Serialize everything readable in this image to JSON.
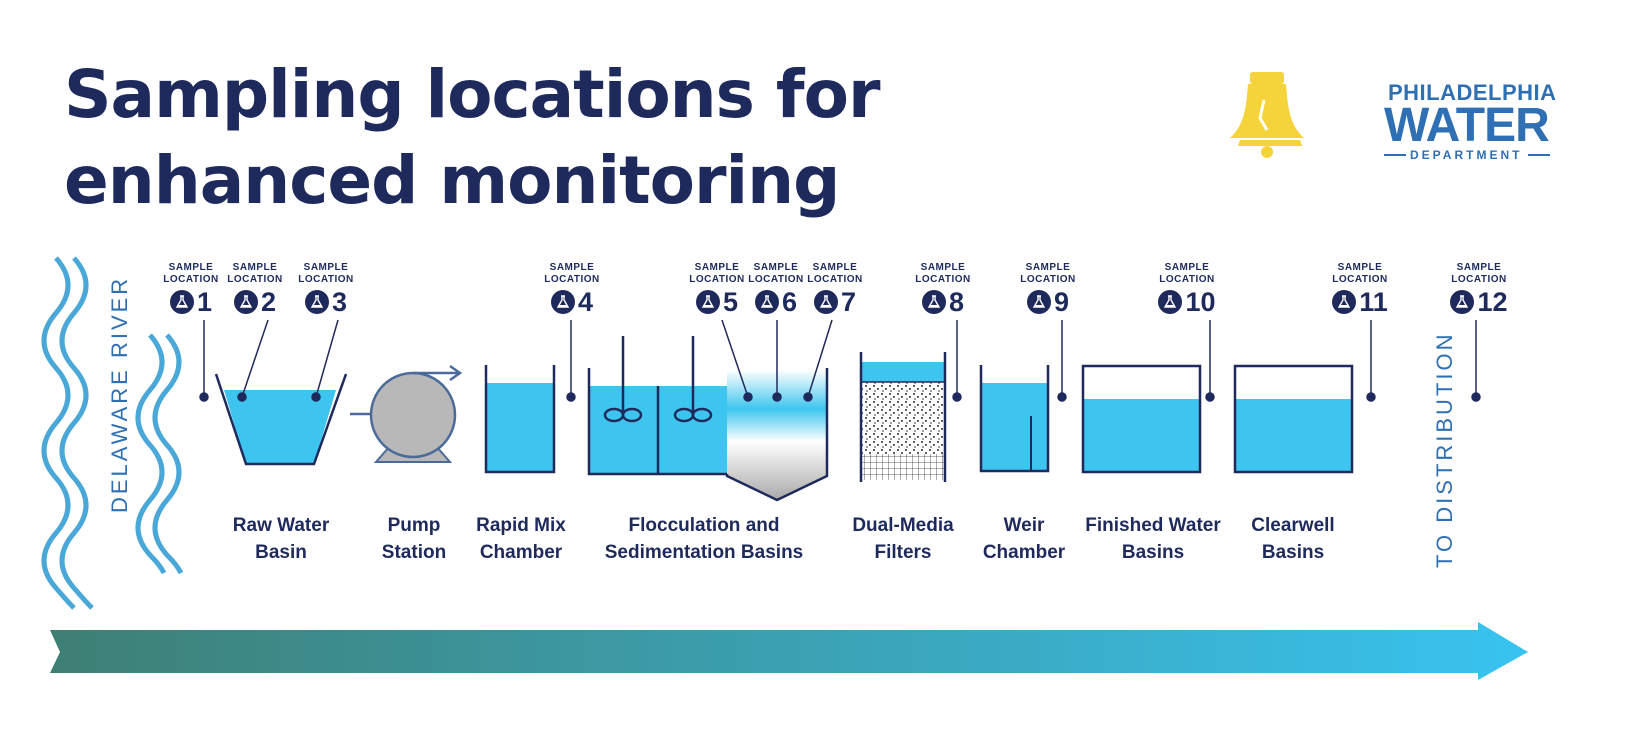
{
  "title": {
    "line1": "Sampling locations for",
    "line2": "enhanced monitoring"
  },
  "logo": {
    "line1": "PHILADELPHIA",
    "line2": "WATER",
    "line3": "DEPARTMENT",
    "icon": "liberty-bell-icon",
    "color_bell": "#f5d33a",
    "color_text": "#2f6fb3"
  },
  "river_label": "DELAWARE RIVER",
  "distribution_label": "TO DISTRIBUTION",
  "sample_label": {
    "line1": "SAMPLE",
    "line2": "LOCATION"
  },
  "sample_icon": "flask-icon",
  "samples": [
    "1",
    "2",
    "3",
    "4",
    "5",
    "6",
    "7",
    "8",
    "9",
    "10",
    "11",
    "12"
  ],
  "stages": [
    {
      "line1": "Raw Water",
      "line2": "Basin"
    },
    {
      "line1": "Pump",
      "line2": "Station"
    },
    {
      "line1": "Rapid Mix",
      "line2": "Chamber"
    },
    {
      "line1": "Flocculation and",
      "line2": "Sedimentation Basins"
    },
    {
      "line1": "Dual-Media",
      "line2": "Filters"
    },
    {
      "line1": "Weir",
      "line2": "Chamber"
    },
    {
      "line1": "Finished Water",
      "line2": "Basins"
    },
    {
      "line1": "Clearwell",
      "line2": "Basins"
    }
  ],
  "colors": {
    "navy": "#1f2a5c",
    "water": "#3ec5ef",
    "river": "#4aa8d8",
    "arrow_start": "#3e7f74",
    "arrow_end": "#38c3f0",
    "pump_gray": "#b8b8b8"
  }
}
